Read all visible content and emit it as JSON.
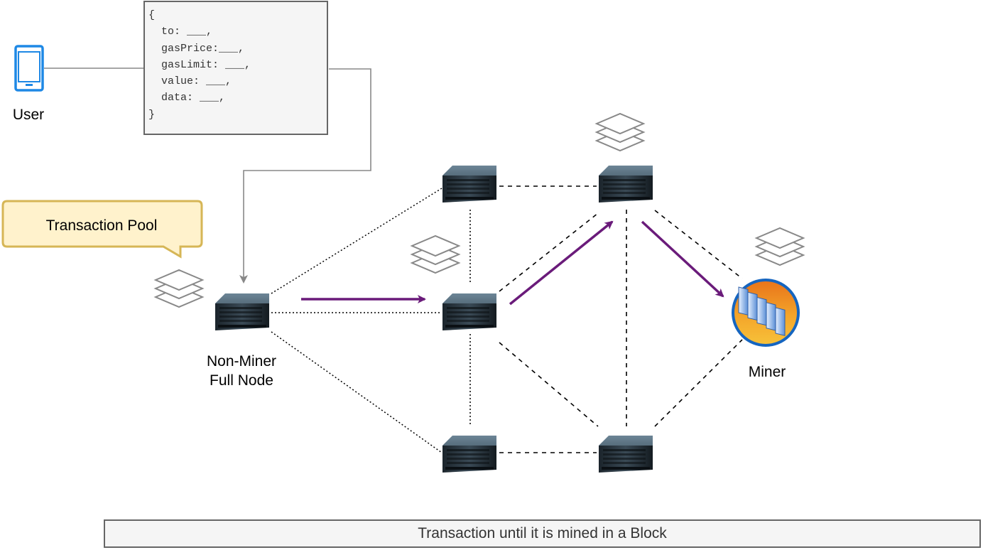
{
  "user": {
    "label": "User",
    "icon": "smartphone-icon"
  },
  "transaction": {
    "lines": [
      "{",
      "  to: ___,",
      "  gasPrice:___,",
      "  gasLimit: ___,",
      "  value: ___,",
      "  data: ___,",
      "}"
    ]
  },
  "callout": {
    "text": "Transaction Pool"
  },
  "nodes": {
    "origin_label": [
      "Non-Miner",
      "Full Node"
    ],
    "miner_label": "Miner"
  },
  "footer": {
    "text": "Transaction until it is mined in a Block"
  },
  "colors": {
    "arrow": "#6a1b7a",
    "connector": "#888888",
    "callout_fill": "#fff2cc",
    "callout_stroke": "#d6b656",
    "phone": "#1e88e5"
  }
}
